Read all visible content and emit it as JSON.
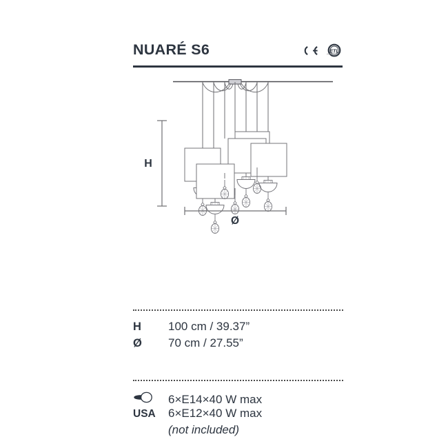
{
  "header": {
    "title": "NUARÉ S6",
    "certifications": [
      {
        "name": "ce-mark",
        "label": "CE"
      },
      {
        "name": "etl-mark",
        "label": "ETL"
      }
    ]
  },
  "drawing": {
    "name": "chandelier-technical-drawing",
    "height_label": "H",
    "diameter_label": "Ø",
    "description": "Six-light suspension chandelier with square shades, bowl diffusers and crystal drops"
  },
  "dimensions": {
    "divider": true,
    "rows": [
      {
        "label": "H",
        "value": "100 cm / 39.37”"
      },
      {
        "label": "Ø",
        "value": "70 cm / 27.55”"
      }
    ]
  },
  "bulbs": {
    "divider": true,
    "rows": [
      {
        "label": "",
        "icon": "light-bulb-icon",
        "value": "6×E14×40 W max",
        "italic": false
      },
      {
        "label": "USA",
        "icon": "",
        "value": "6×E12×40 W max",
        "italic": false
      },
      {
        "label": "",
        "icon": "",
        "value": "(not included)",
        "italic": true
      }
    ]
  },
  "colors": {
    "text": "#2d3540",
    "rule": "#2d3540",
    "line_art": "#6e6e72",
    "dotted": "#4a4a4a",
    "background": "#ffffff"
  }
}
